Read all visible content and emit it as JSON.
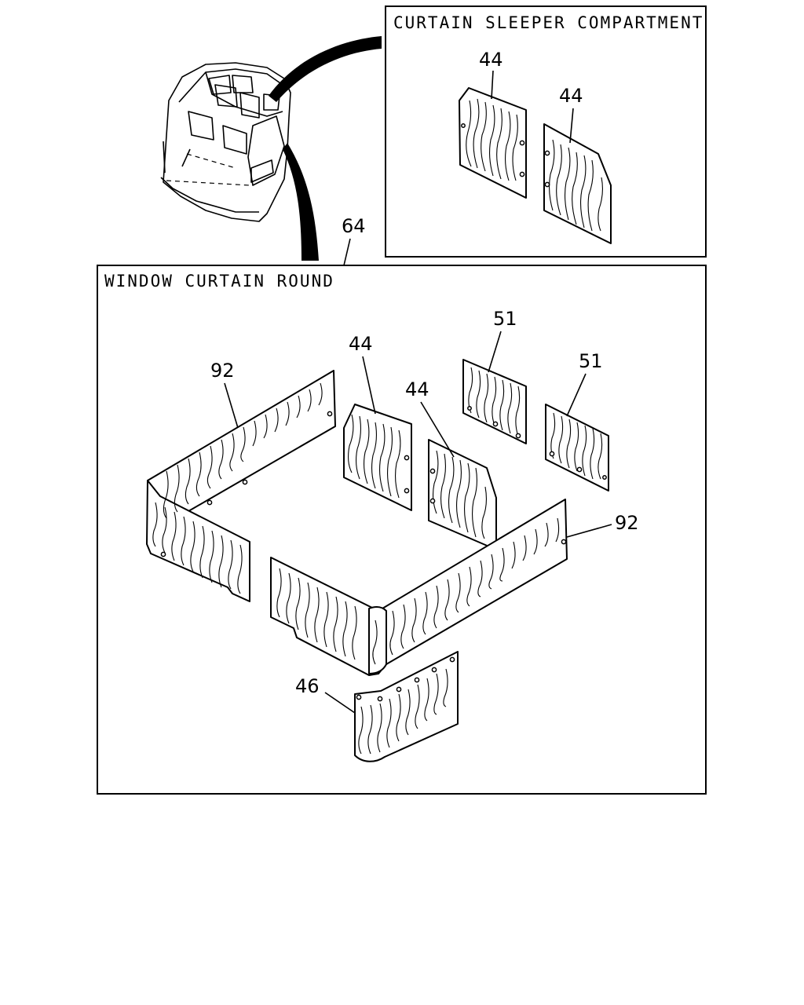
{
  "sleeper_box": {
    "title": "CURTAIN SLEEPER COMPARTMENT"
  },
  "window_box": {
    "title": "WINDOW CURTAIN ROUND"
  },
  "callouts": {
    "c64": "64",
    "sleeper_44_a": "44",
    "sleeper_44_b": "44",
    "round_92_left": "92",
    "round_44_a": "44",
    "round_44_b": "44",
    "round_51_a": "51",
    "round_51_b": "51",
    "round_92_right": "92",
    "round_46": "46"
  },
  "colors": {
    "line": "#000000",
    "background": "#ffffff"
  }
}
